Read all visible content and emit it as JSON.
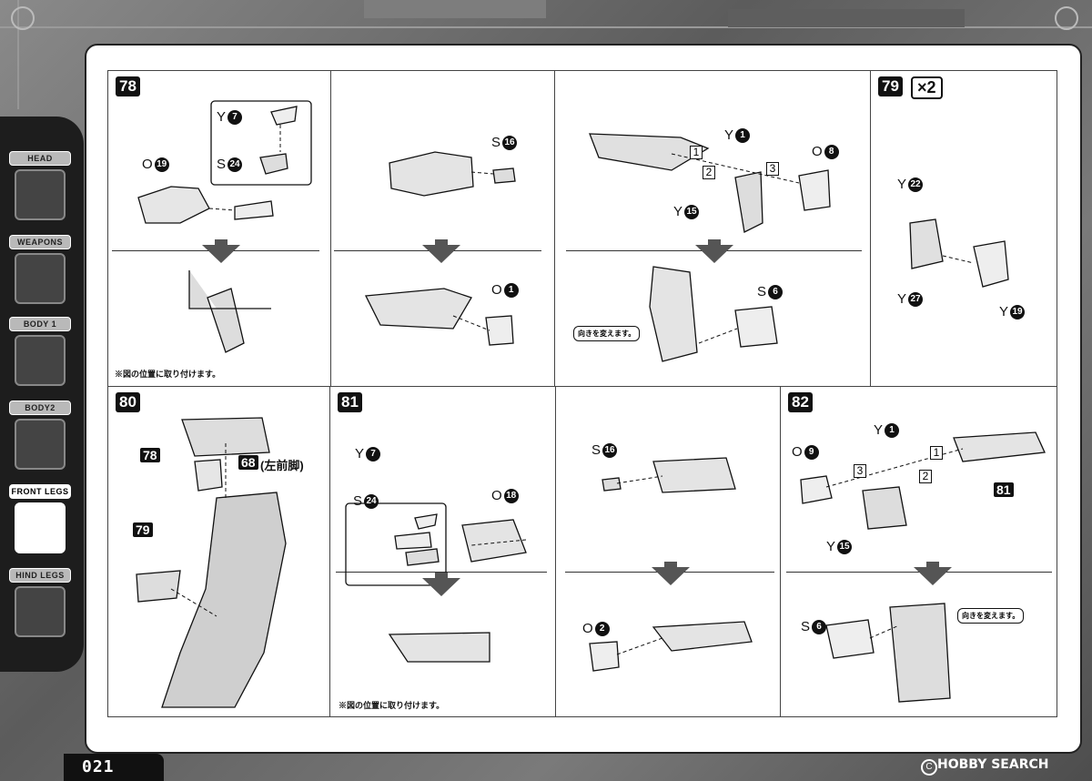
{
  "sidebar": {
    "tabs": [
      {
        "label": "HEAD",
        "icon": "head-icon"
      },
      {
        "label": "WEAPONS",
        "icon": "weapons-icon"
      },
      {
        "label": "BODY 1",
        "icon": "body1-icon"
      },
      {
        "label": "BODY2",
        "icon": "body2-icon"
      },
      {
        "label": "FRONT LEGS",
        "icon": "front-legs-icon",
        "active": true
      },
      {
        "label": "HIND LEGS",
        "icon": "hind-legs-icon"
      }
    ]
  },
  "steps": {
    "s78": {
      "number": "78",
      "parts": {
        "y7": "Y",
        "y7n": "7",
        "s24": "S",
        "s24n": "24",
        "o19": "O",
        "o19n": "19"
      },
      "note": "※図の位置に取り付けます。"
    },
    "s78b": {
      "s16": "S",
      "s16n": "16",
      "o1": "O",
      "o1n": "1"
    },
    "s78c": {
      "y1": "Y",
      "y1n": "1",
      "o8": "O",
      "o8n": "8",
      "y15": "Y",
      "y15n": "15",
      "s6": "S",
      "s6n": "6",
      "seq1": "1",
      "seq2": "2",
      "seq3": "3",
      "callout": "向きを変えます。"
    },
    "s79": {
      "number": "79",
      "multiplier": "×2",
      "y22": "Y",
      "y22n": "22",
      "y27": "Y",
      "y27n": "27",
      "y19": "Y",
      "y19n": "19"
    },
    "s80": {
      "number": "80",
      "ref78": "78",
      "ref68": "68",
      "ref68_text": "(左前脚)",
      "ref79": "79"
    },
    "s81": {
      "number": "81",
      "y7": "Y",
      "y7n": "7",
      "s24": "S",
      "s24n": "24",
      "o18": "O",
      "o18n": "18",
      "note": "※図の位置に取り付けます。"
    },
    "s81b": {
      "s16": "S",
      "s16n": "16",
      "o2": "O",
      "o2n": "2"
    },
    "s82": {
      "number": "82",
      "y1": "Y",
      "y1n": "1",
      "o9": "O",
      "o9n": "9",
      "y15": "Y",
      "y15n": "15",
      "ref81": "81",
      "s6": "S",
      "s6n": "6",
      "seq1": "1",
      "seq2": "2",
      "seq3": "3",
      "callout": "向きを変えます。"
    }
  },
  "footer": {
    "page_number": "021",
    "watermark": "HOBBY SEARCH",
    "copyright_symbol": "C"
  }
}
